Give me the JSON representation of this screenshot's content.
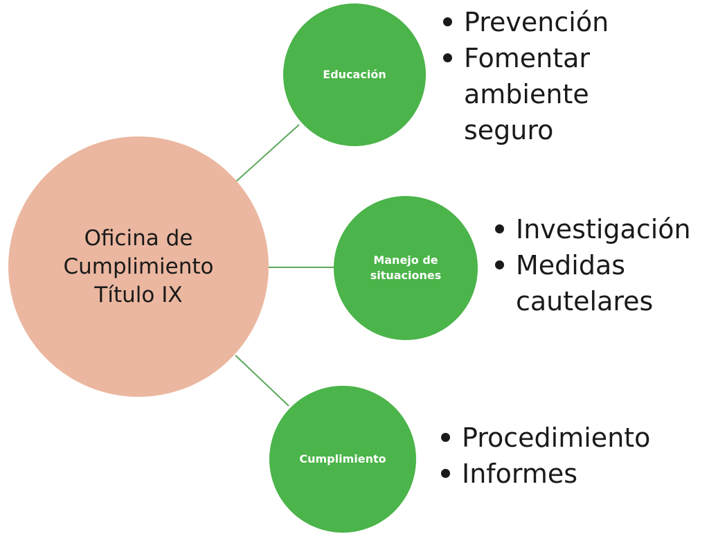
{
  "colors": {
    "center_fill": "#ebb7a0",
    "child_fill": "#4bb44a",
    "connector": "#5aa85a",
    "text": "#1a1a1a",
    "child_text": "#ffffff"
  },
  "center": {
    "label": "Oficina de\nCumplimiento\nTítulo IX"
  },
  "branches": [
    {
      "label": "Educación",
      "bullets": [
        "Prevención",
        "Fomentar\nambiente\nseguro"
      ]
    },
    {
      "label": "Manejo de\nsituaciones",
      "bullets": [
        "Investigación",
        "Medidas\ncautelares"
      ]
    },
    {
      "label": "Cumplimiento",
      "bullets": [
        "Procedimiento",
        "Informes"
      ]
    }
  ]
}
